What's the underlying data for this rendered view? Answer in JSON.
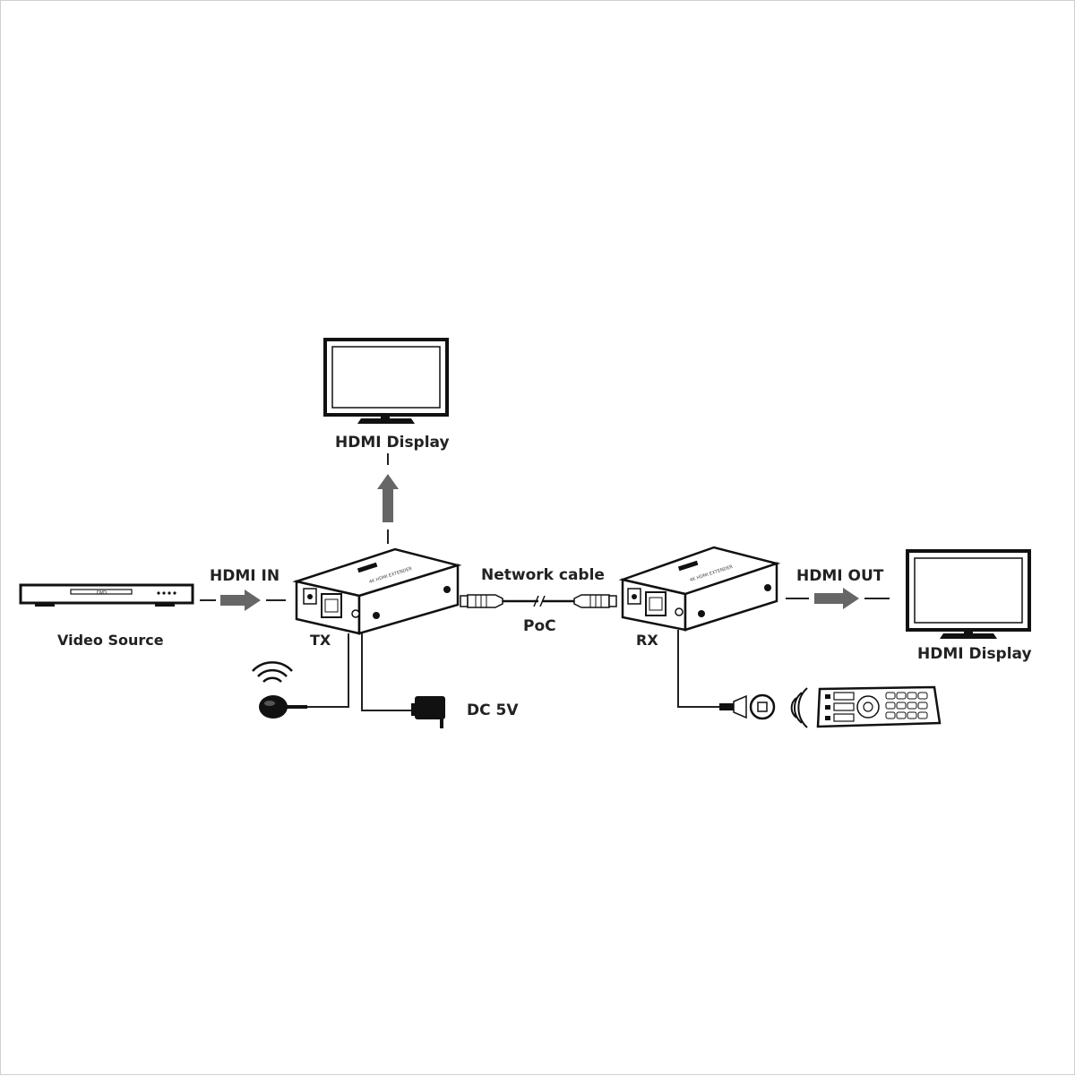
{
  "labels": {
    "hdmi_display_top": "HDMI Display",
    "hdmi_in": "HDMI IN",
    "video_source": "Video Source",
    "tx": "TX",
    "network_cable": "Network cable",
    "poc": "PoC",
    "rx": "RX",
    "hdmi_out": "HDMI OUT",
    "hdmi_display_right": "HDMI Display",
    "dc_5v": "DC 5V"
  },
  "device_text": {
    "dvd": "DVD",
    "tx_panel": "4K HDMI EXTENDER",
    "rx_panel": "4K HDMI EXTENDER"
  },
  "icons": [
    "tv-top-icon",
    "tv-right-icon",
    "dvd-player-icon",
    "tx-extender-icon",
    "rx-extender-icon",
    "network-cable-icon",
    "ir-sensor-icon",
    "power-adapter-icon",
    "ir-receiver-icon",
    "remote-control-icon"
  ],
  "colors": {
    "line": "#222222",
    "arrow": "#666666",
    "device_stroke": "#111111"
  }
}
